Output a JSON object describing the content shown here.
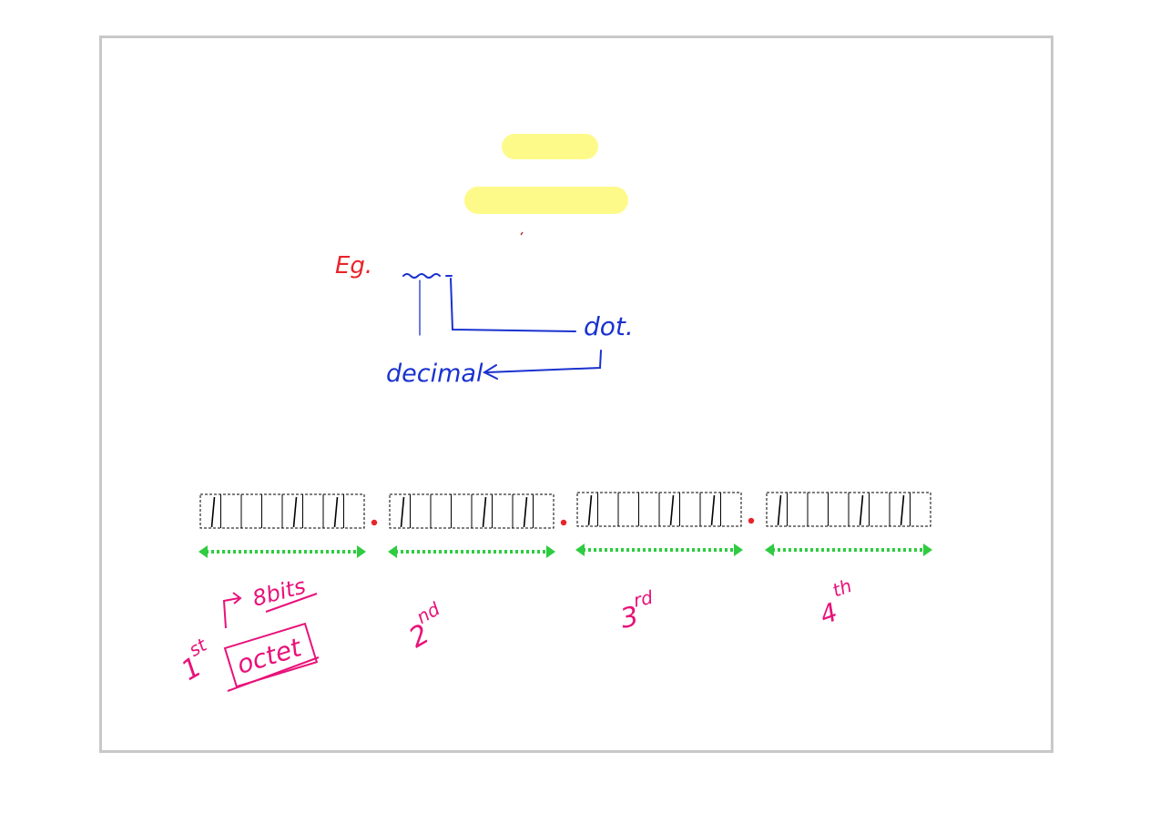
{
  "colors": {
    "frame_border": "#c8c8c8",
    "highlight": "#fdfa8a",
    "red_ink": "#e8242b",
    "blue_ink": "#1a32cf",
    "pink_ink": "#e8127a",
    "green_arrow": "#2ecc40",
    "cell_border": "#000000"
  },
  "annotations": {
    "example_label": "Eg.",
    "dot_label": "dot.",
    "decimal_label": "decimal"
  },
  "octets": [
    {
      "number": "1",
      "suffix": "st"
    },
    {
      "number": "2",
      "suffix": "nd"
    },
    {
      "number": "3",
      "suffix": "rd"
    },
    {
      "number": "4",
      "suffix": "th"
    }
  ],
  "octet_box_label": "octet",
  "bits_label": "8bits",
  "bits_per_octet": 8
}
